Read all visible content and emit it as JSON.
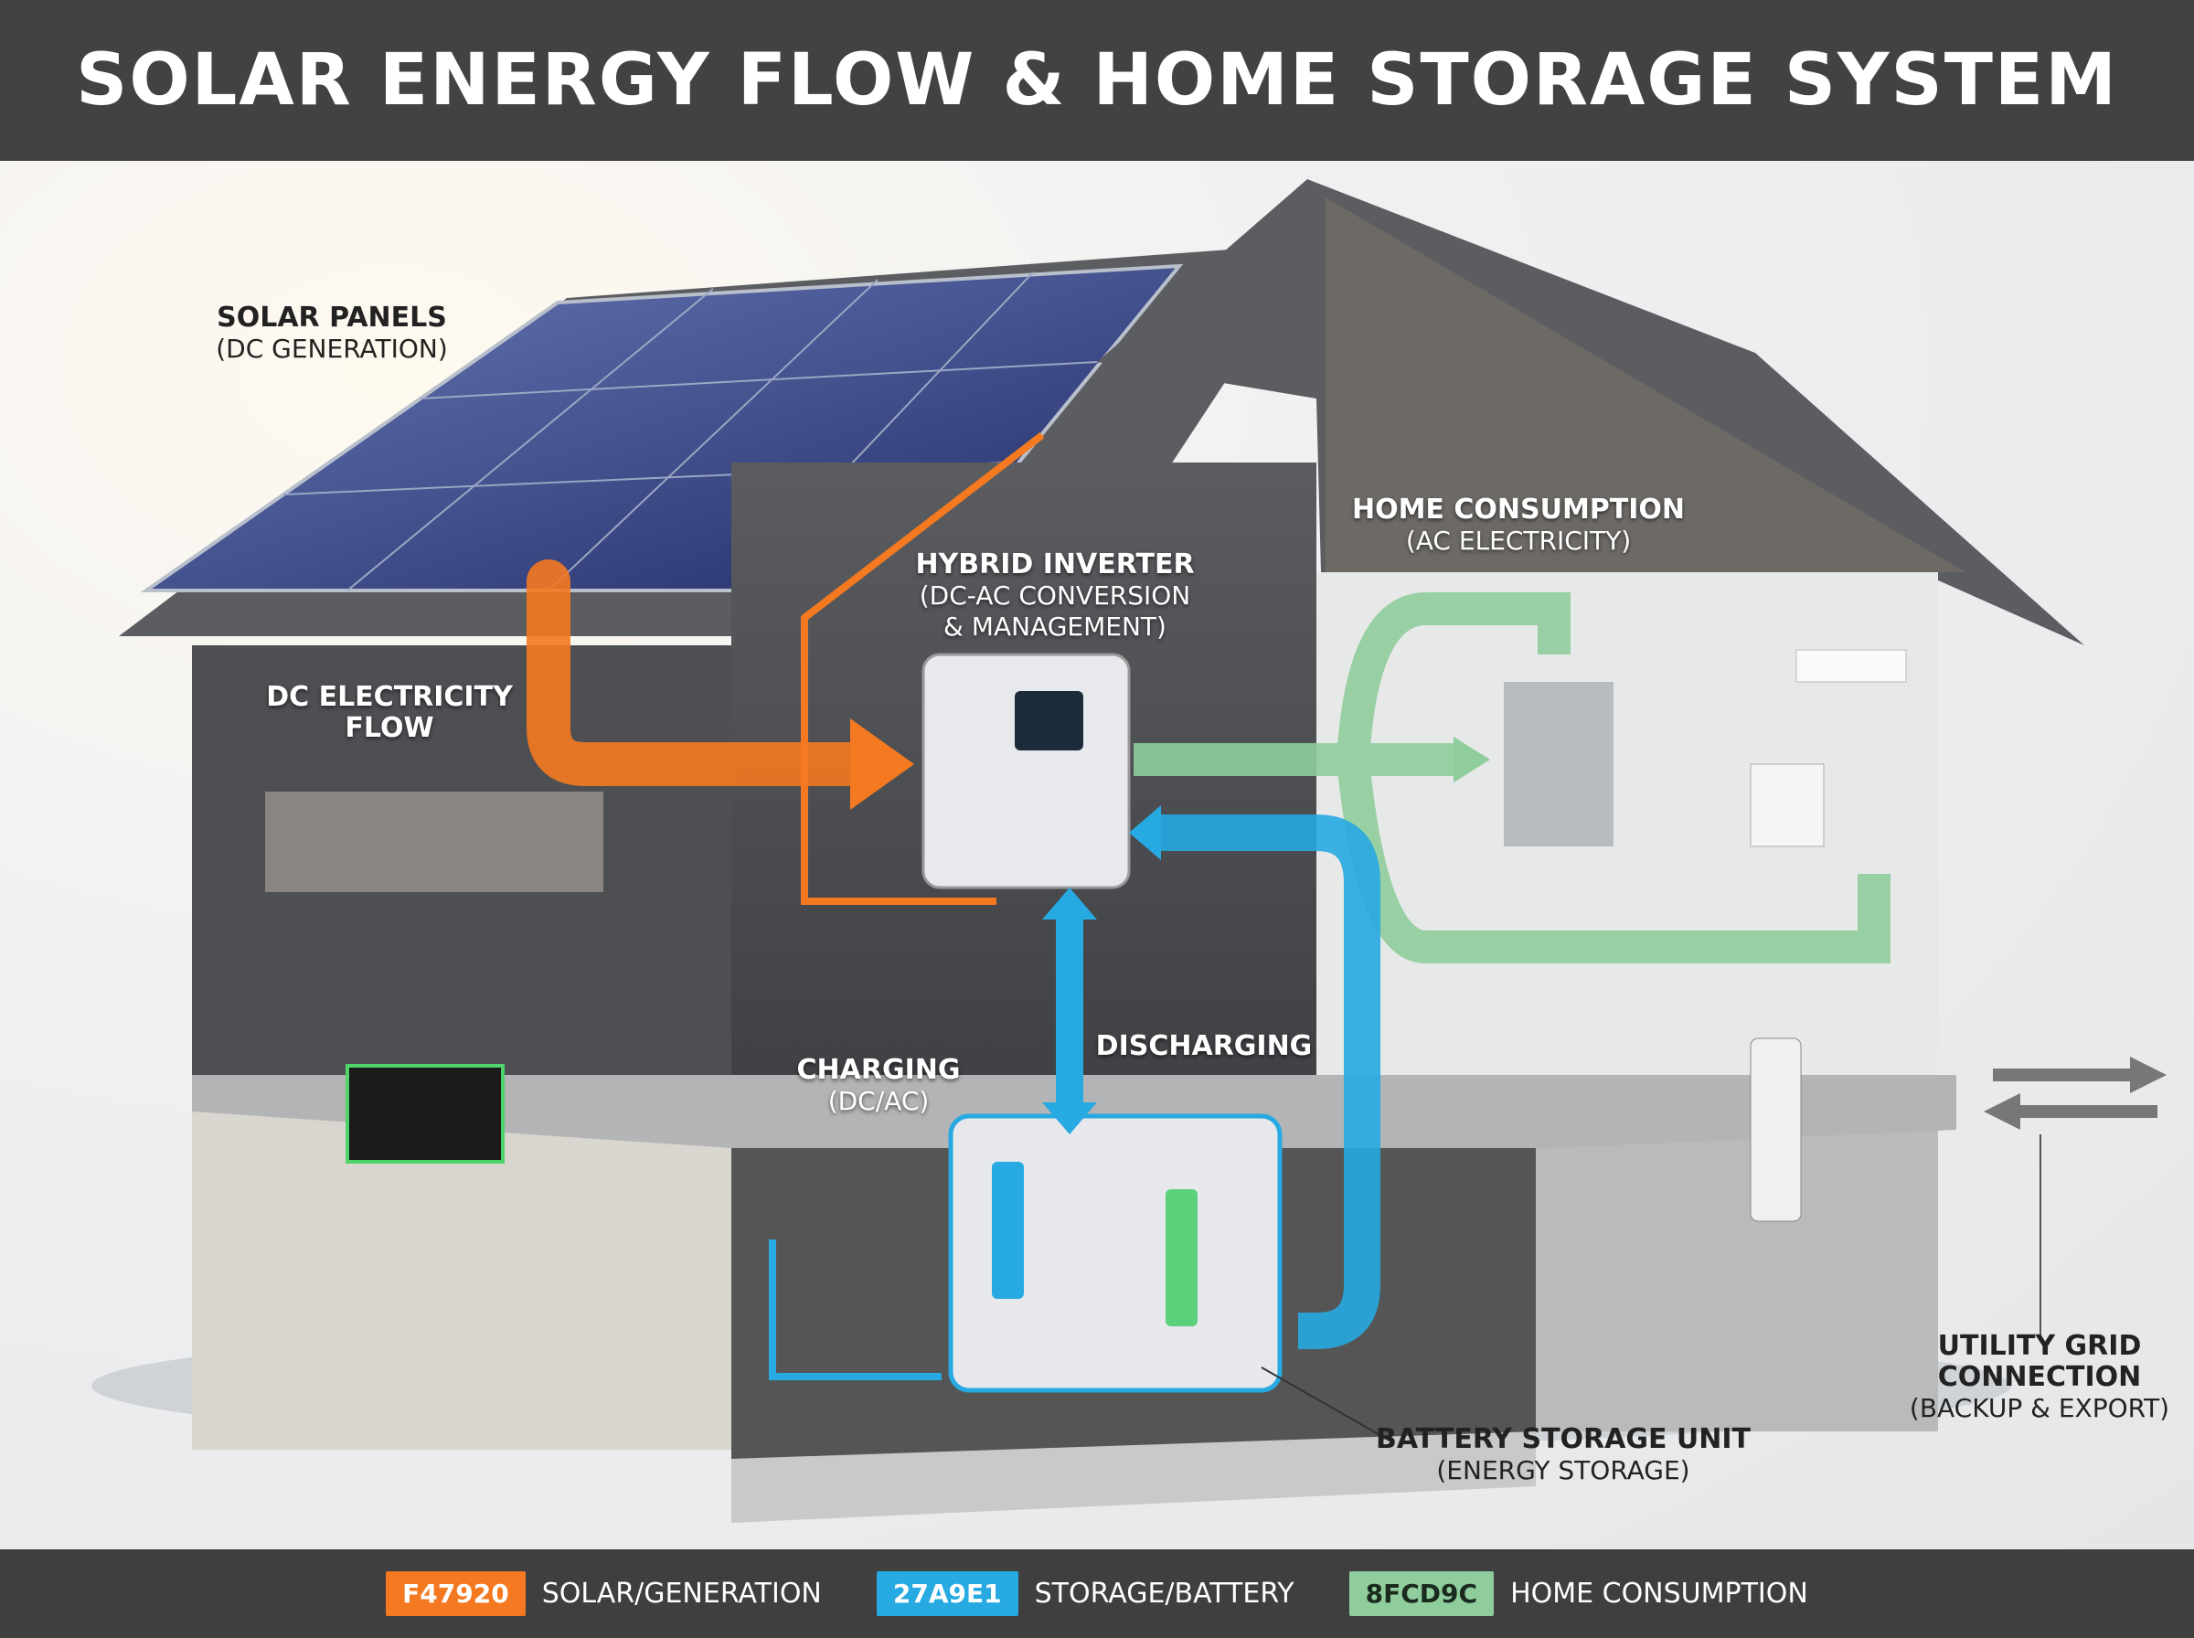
{
  "title": "SOLAR ENERGY FLOW & HOME STORAGE SYSTEM",
  "labels": {
    "solar_panels": {
      "title": "SOLAR PANELS",
      "sub": "(DC GENERATION)"
    },
    "dc_flow": {
      "title": "DC ELECTRICITY",
      "sub": "FLOW"
    },
    "inverter": {
      "title": "HYBRID INVERTER",
      "sub1": "(DC-AC CONVERSION",
      "sub2": "& MANAGEMENT)"
    },
    "home": {
      "title": "HOME CONSUMPTION",
      "sub": "(AC ELECTRICITY)"
    },
    "charging": {
      "title": "CHARGING",
      "sub": "(DC/AC)"
    },
    "discharging": {
      "title": "DISCHARGING"
    },
    "battery": {
      "title": "BATTERY STORAGE UNIT",
      "sub": "(ENERGY STORAGE)"
    },
    "grid": {
      "title1": "UTILITY GRID",
      "title2": "CONNECTION",
      "sub": "(BACKUP & EXPORT)"
    }
  },
  "legend": [
    {
      "code": "F47920",
      "label": "SOLAR/GENERATION",
      "color": "#F47920",
      "text_color": "#ffffff"
    },
    {
      "code": "27A9E1",
      "label": "STORAGE/BATTERY",
      "color": "#27A9E1",
      "text_color": "#ffffff"
    },
    {
      "code": "8FCD9C",
      "label": "HOME CONSUMPTION",
      "color": "#8FCD9C",
      "text_color": "#1b2a1e"
    }
  ],
  "colors": {
    "solar": "#F47920",
    "storage": "#27A9E1",
    "home": "#8FCD9C",
    "bar": "#424242"
  }
}
